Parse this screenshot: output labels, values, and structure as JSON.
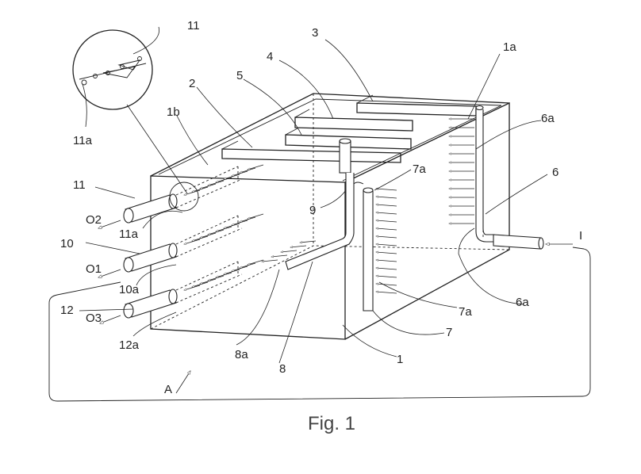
{
  "caption": "Fig. 1",
  "labels": {
    "l1": "1",
    "l1a": "1a",
    "l1b": "1b",
    "l2": "2",
    "l3": "3",
    "l4": "4",
    "l5": "5",
    "l6": "6",
    "l6a_top": "6a",
    "l6a_bot": "6a",
    "l7": "7",
    "l7a_top": "7a",
    "l7a_bot": "7a",
    "l8": "8",
    "l8a": "8a",
    "l9": "9",
    "l10": "10",
    "l10a": "10a",
    "l11_top": "11",
    "l11a_top": "11a",
    "l11": "11",
    "l11a": "11a",
    "l12": "12",
    "l12a": "12a",
    "o1": "O1",
    "o2": "O2",
    "o3": "O3",
    "inlet": "I",
    "view": "A"
  }
}
